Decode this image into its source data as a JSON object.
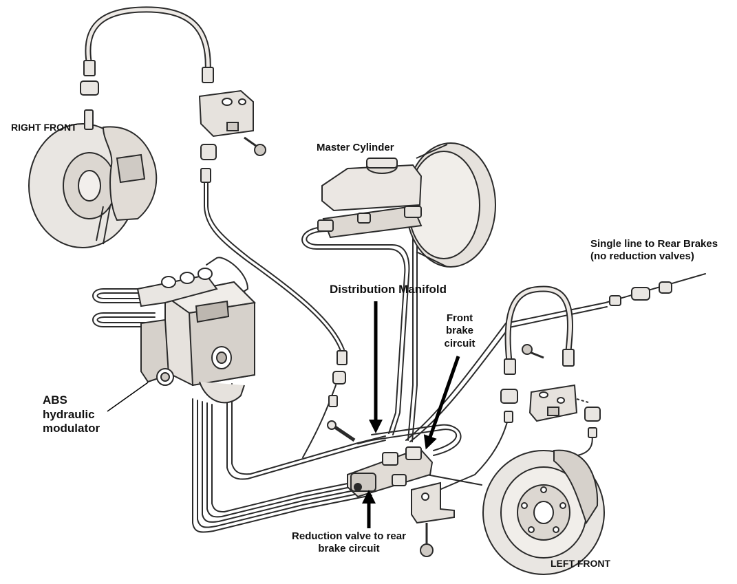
{
  "diagram": {
    "type": "brake system schematic",
    "colors": {
      "line": "#2a2a2a",
      "part_fill": "#e9e6e2",
      "shade": "#cfcac4",
      "arrow": "#000000"
    },
    "labels": {
      "right_front": "RIGHT FRONT",
      "master_cylinder": "Master Cylinder",
      "single_line_rear": "Single line to Rear Brakes\n(no reduction valves)",
      "distribution_manifold": "Distribution Manifold",
      "front_brake_circuit": "Front\nbrake\ncircuit",
      "abs_modulator": "ABS\nhydraulic\nmodulator",
      "reduction_valve": "Reduction valve to rear\nbrake circuit",
      "left_front": "LEFT FRONT"
    }
  }
}
